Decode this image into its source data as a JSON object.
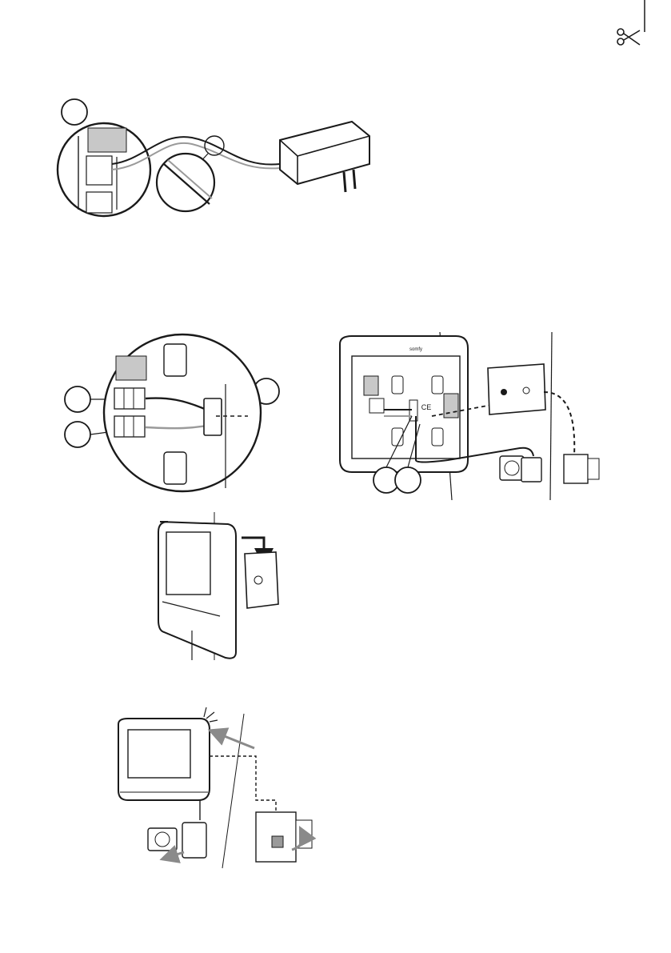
{
  "page": {
    "background": "#ffffff",
    "line_color": "#1a1a1a",
    "fill_gray": "#c8c8c8",
    "accent_gray": "#9a9a9a"
  },
  "figures": [
    {
      "id": "adapter-wiring",
      "description_icons": [
        "scissors-icon",
        "power-adapter-icon",
        "plug-icon",
        "terminal-block-icon",
        "zoom-circle-icon"
      ]
    },
    {
      "id": "terminal-detail",
      "description_icons": [
        "terminal-block-icon",
        "cable-clip-icon",
        "zoom-circle-icon"
      ]
    },
    {
      "id": "wall-bracket-wiring",
      "brand_text": "somfy",
      "description_icons": [
        "wall-bracket-icon",
        "outlet-icon",
        "power-adapter-icon",
        "din-breaker-icon",
        "ce-mark-icon"
      ]
    },
    {
      "id": "monitor-mounting",
      "description_icons": [
        "monitor-icon",
        "down-arrow-icon",
        "wall-bracket-icon"
      ]
    },
    {
      "id": "power-on",
      "description_icons": [
        "monitor-icon",
        "led-icon",
        "outlet-icon",
        "power-adapter-icon",
        "din-breaker-icon",
        "arrow-icon"
      ]
    }
  ],
  "bracket_labels": {
    "brand_small": "somfy",
    "ce_mark": "CE"
  }
}
